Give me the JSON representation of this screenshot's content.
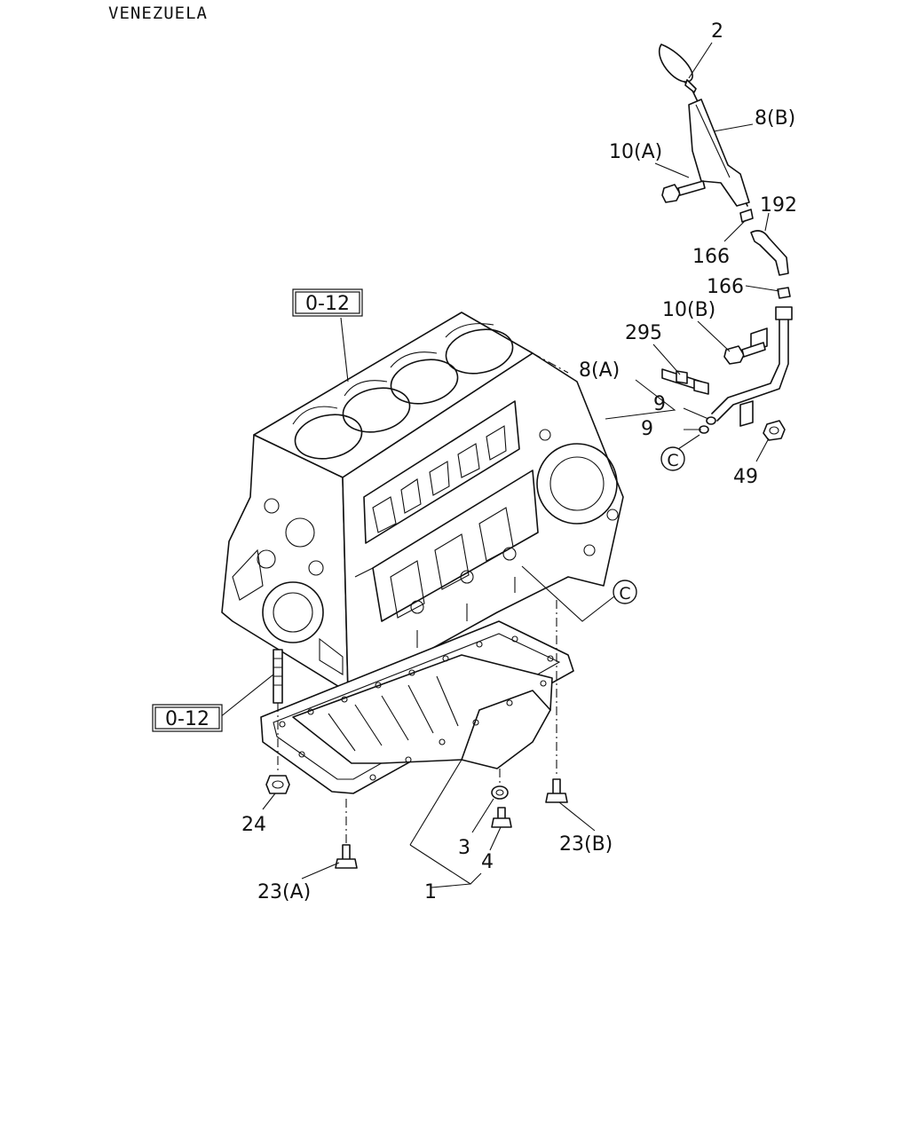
{
  "region_label": "VENEZUELA",
  "ref_boxes": {
    "block_top": "0-12",
    "block_left": "0-12"
  },
  "circle_refs": {
    "pipe_end": "C",
    "block_side": "C"
  },
  "callouts": {
    "dipstick": "2",
    "bracket_b": "8(B)",
    "bolt_a": "10(A)",
    "hose": "192",
    "clip_upper": "166",
    "clip_lower": "166",
    "bolt_b": "10(B)",
    "stud": "295",
    "guide_tube": "8(A)",
    "o_ring_upper": "9",
    "o_ring_lower": "9",
    "nut": "49",
    "oil_pan": "1",
    "gasket": "3",
    "drain_plug": "4",
    "nut_pan": "24",
    "bolt_pan_a": "23(A)",
    "bolt_pan_b": "23(B)"
  }
}
